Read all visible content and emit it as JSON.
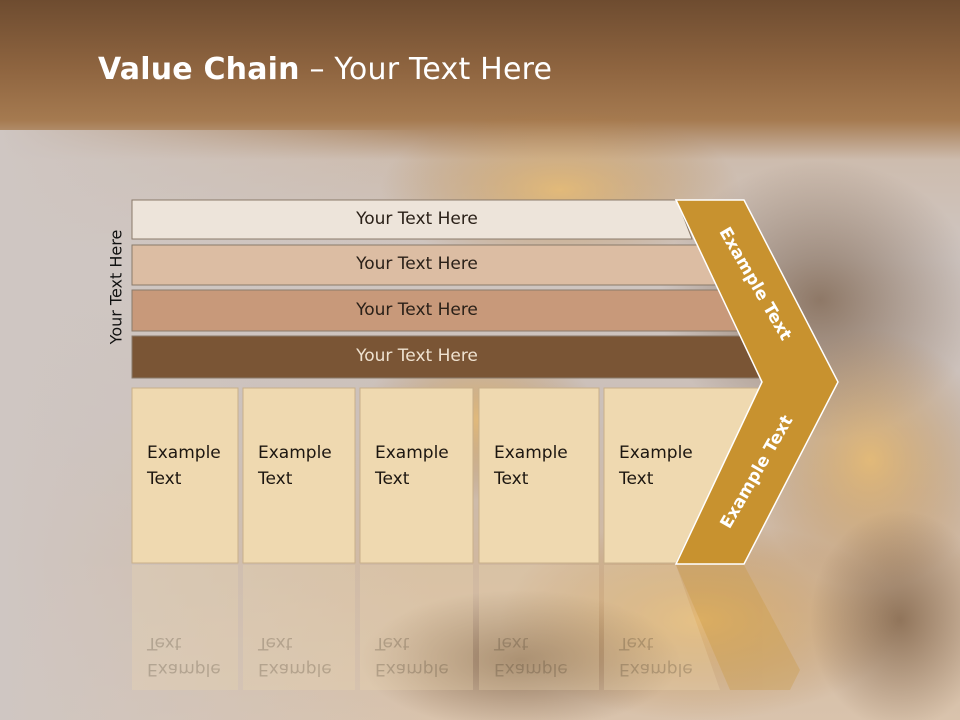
{
  "slide": {
    "title_bold": "Value Chain",
    "title_rest": " – Your Text Here",
    "side_label": "Your Text Here"
  },
  "rows": [
    {
      "label": "Your Text Here",
      "color": "#ede4da"
    },
    {
      "label": "Your Text Here",
      "color": "#dcbda3"
    },
    {
      "label": "Your Text Here",
      "color": "#c8997a"
    },
    {
      "label": "Your Text Here",
      "color": "#7a5535"
    }
  ],
  "cells": [
    {
      "line1": "Example",
      "line2": "Text"
    },
    {
      "line1": "Example",
      "line2": "Text"
    },
    {
      "line1": "Example",
      "line2": "Text"
    },
    {
      "line1": "Example",
      "line2": "Text"
    },
    {
      "line1": "Example",
      "line2": "Text"
    }
  ],
  "arrow": {
    "upper_label": "Example Text",
    "lower_label": "Example Text",
    "color": "#c8922f"
  },
  "colors": {
    "cell_fill": "#efd9b0",
    "cell_border": "#c8b08a"
  }
}
